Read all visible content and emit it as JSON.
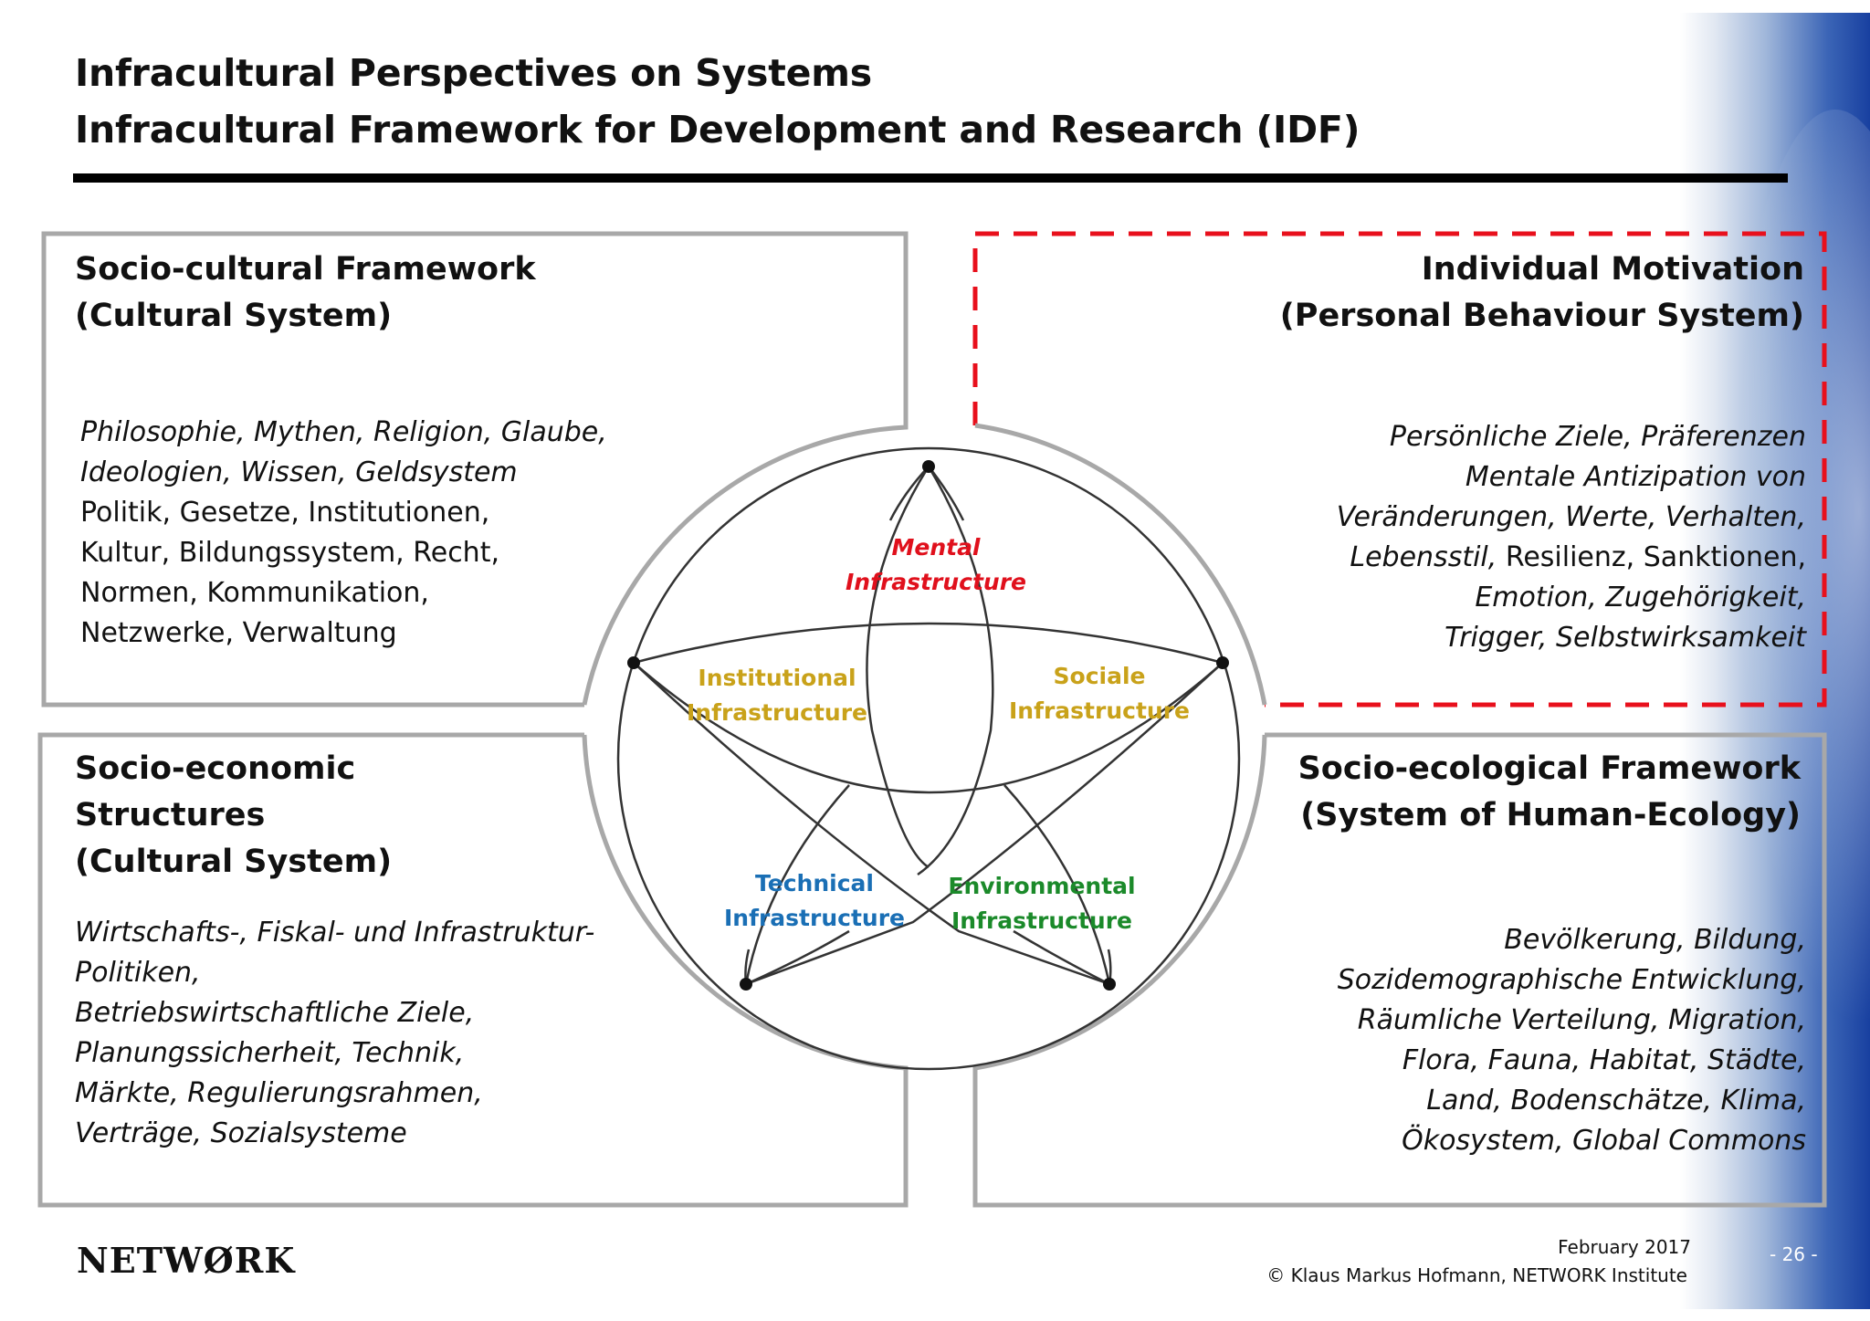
{
  "title": {
    "line1": "Infracultural Perspectives on Systems",
    "line2": "Infracultural Framework for Development and Research (IDF)"
  },
  "quadrants": {
    "top_left": {
      "heading": "Socio-cultural Framework\n(Cultural System)",
      "lines": [
        {
          "text": "Philosophie, Mythen, Religion, Glaube,",
          "italic": true
        },
        {
          "text": "Ideologien, Wissen, Geldsystem",
          "italic": true
        },
        {
          "text": "Politik, Gesetze, Institutionen,",
          "italic": false
        },
        {
          "text": "Kultur, Bildungssystem, Recht,",
          "italic": false
        },
        {
          "text": "Normen, Kommunikation,",
          "italic": false
        },
        {
          "text": "Netzwerke, Verwaltung",
          "italic": false
        }
      ]
    },
    "top_right": {
      "heading": "Individual Motivation\n(Personal Behaviour System)",
      "line1": "Persönliche Ziele, Präferenzen",
      "line2": "Mentale Antizipation von",
      "line3": "Veränderungen, Werte, Verhalten,",
      "line4_italic": "Lebensstil,",
      "line4_rest": " Resilienz, Sanktionen,",
      "line5": "Emotion, Zugehörigkeit,",
      "line6": "Trigger, Selbstwirksamkeit"
    },
    "bottom_left": {
      "heading": "Socio-economic\nStructures\n(Cultural System)",
      "lines": [
        "Wirtschafts-, Fiskal- und Infrastruktur-",
        "Politiken,",
        "Betriebswirtschaftliche Ziele,",
        "Planungssicherheit, Technik,",
        "Märkte, Regulierungsrahmen,",
        "Verträge, Sozialsysteme"
      ]
    },
    "bottom_right": {
      "heading": "Socio-ecological Framework\n(System of Human-Ecology)",
      "lines": [
        "Bevölkerung, Bildung,",
        "Sozidemographische Entwicklung,",
        "Räumliche Verteilung, Migration,",
        "Flora, Fauna, Habitat, Städte,",
        "Land, Bodenschätze, Klima,",
        "Ökosystem, Global Commons"
      ]
    }
  },
  "diagram": {
    "mental": {
      "line1": "Mental",
      "line2": "Infrastructure"
    },
    "institutional": {
      "line1": "Institutional",
      "line2": "Infrastructure"
    },
    "sociale": {
      "line1": "Sociale",
      "line2": "Infrastructure"
    },
    "technical": {
      "line1": "Technical",
      "line2": "Infrastructure"
    },
    "environmental": {
      "line1": "Environmental",
      "line2": "Infrastructure"
    }
  },
  "colors": {
    "mental": "#e0101c",
    "institutional": "#c9a21a",
    "sociale": "#c9a21a",
    "technical": "#1a6fb5",
    "environmental": "#1b8a2a",
    "highlight_dash": "#e8101c",
    "frame": "#a8a8a8"
  },
  "footer": {
    "logo": "NETWØRK",
    "date": "February 2017",
    "copyright": "© Klaus Markus Hofmann, NETWORK Institute",
    "page": "- 26 -"
  }
}
